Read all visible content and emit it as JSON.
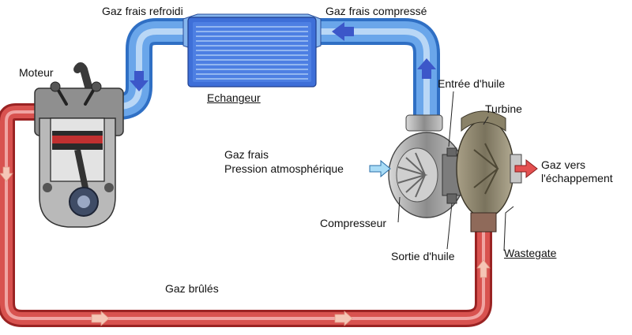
{
  "labels": {
    "gaz_frais_refroidi": "Gaz frais refroidi",
    "gaz_frais_compresse": "Gaz frais compressé",
    "moteur": "Moteur",
    "echangeur": "Echangeur",
    "entree_huile": "Entrée d'huile",
    "turbine": "Turbine",
    "gaz_frais": "Gaz frais",
    "pression_atmospherique": "Pression atmosphérique",
    "gaz_vers": "Gaz vers",
    "echappement": "l'échappement",
    "compresseur": "Compresseur",
    "sortie_huile": "Sortie d'huile",
    "wastegate": "Wastegate",
    "gaz_brules": "Gaz brûlés"
  },
  "colors": {
    "cold_air": "#4a8ee0",
    "exhaust": "#c43a3a",
    "intercooler": "#2a5fd0",
    "turbo_body": "#9a9a9a"
  }
}
